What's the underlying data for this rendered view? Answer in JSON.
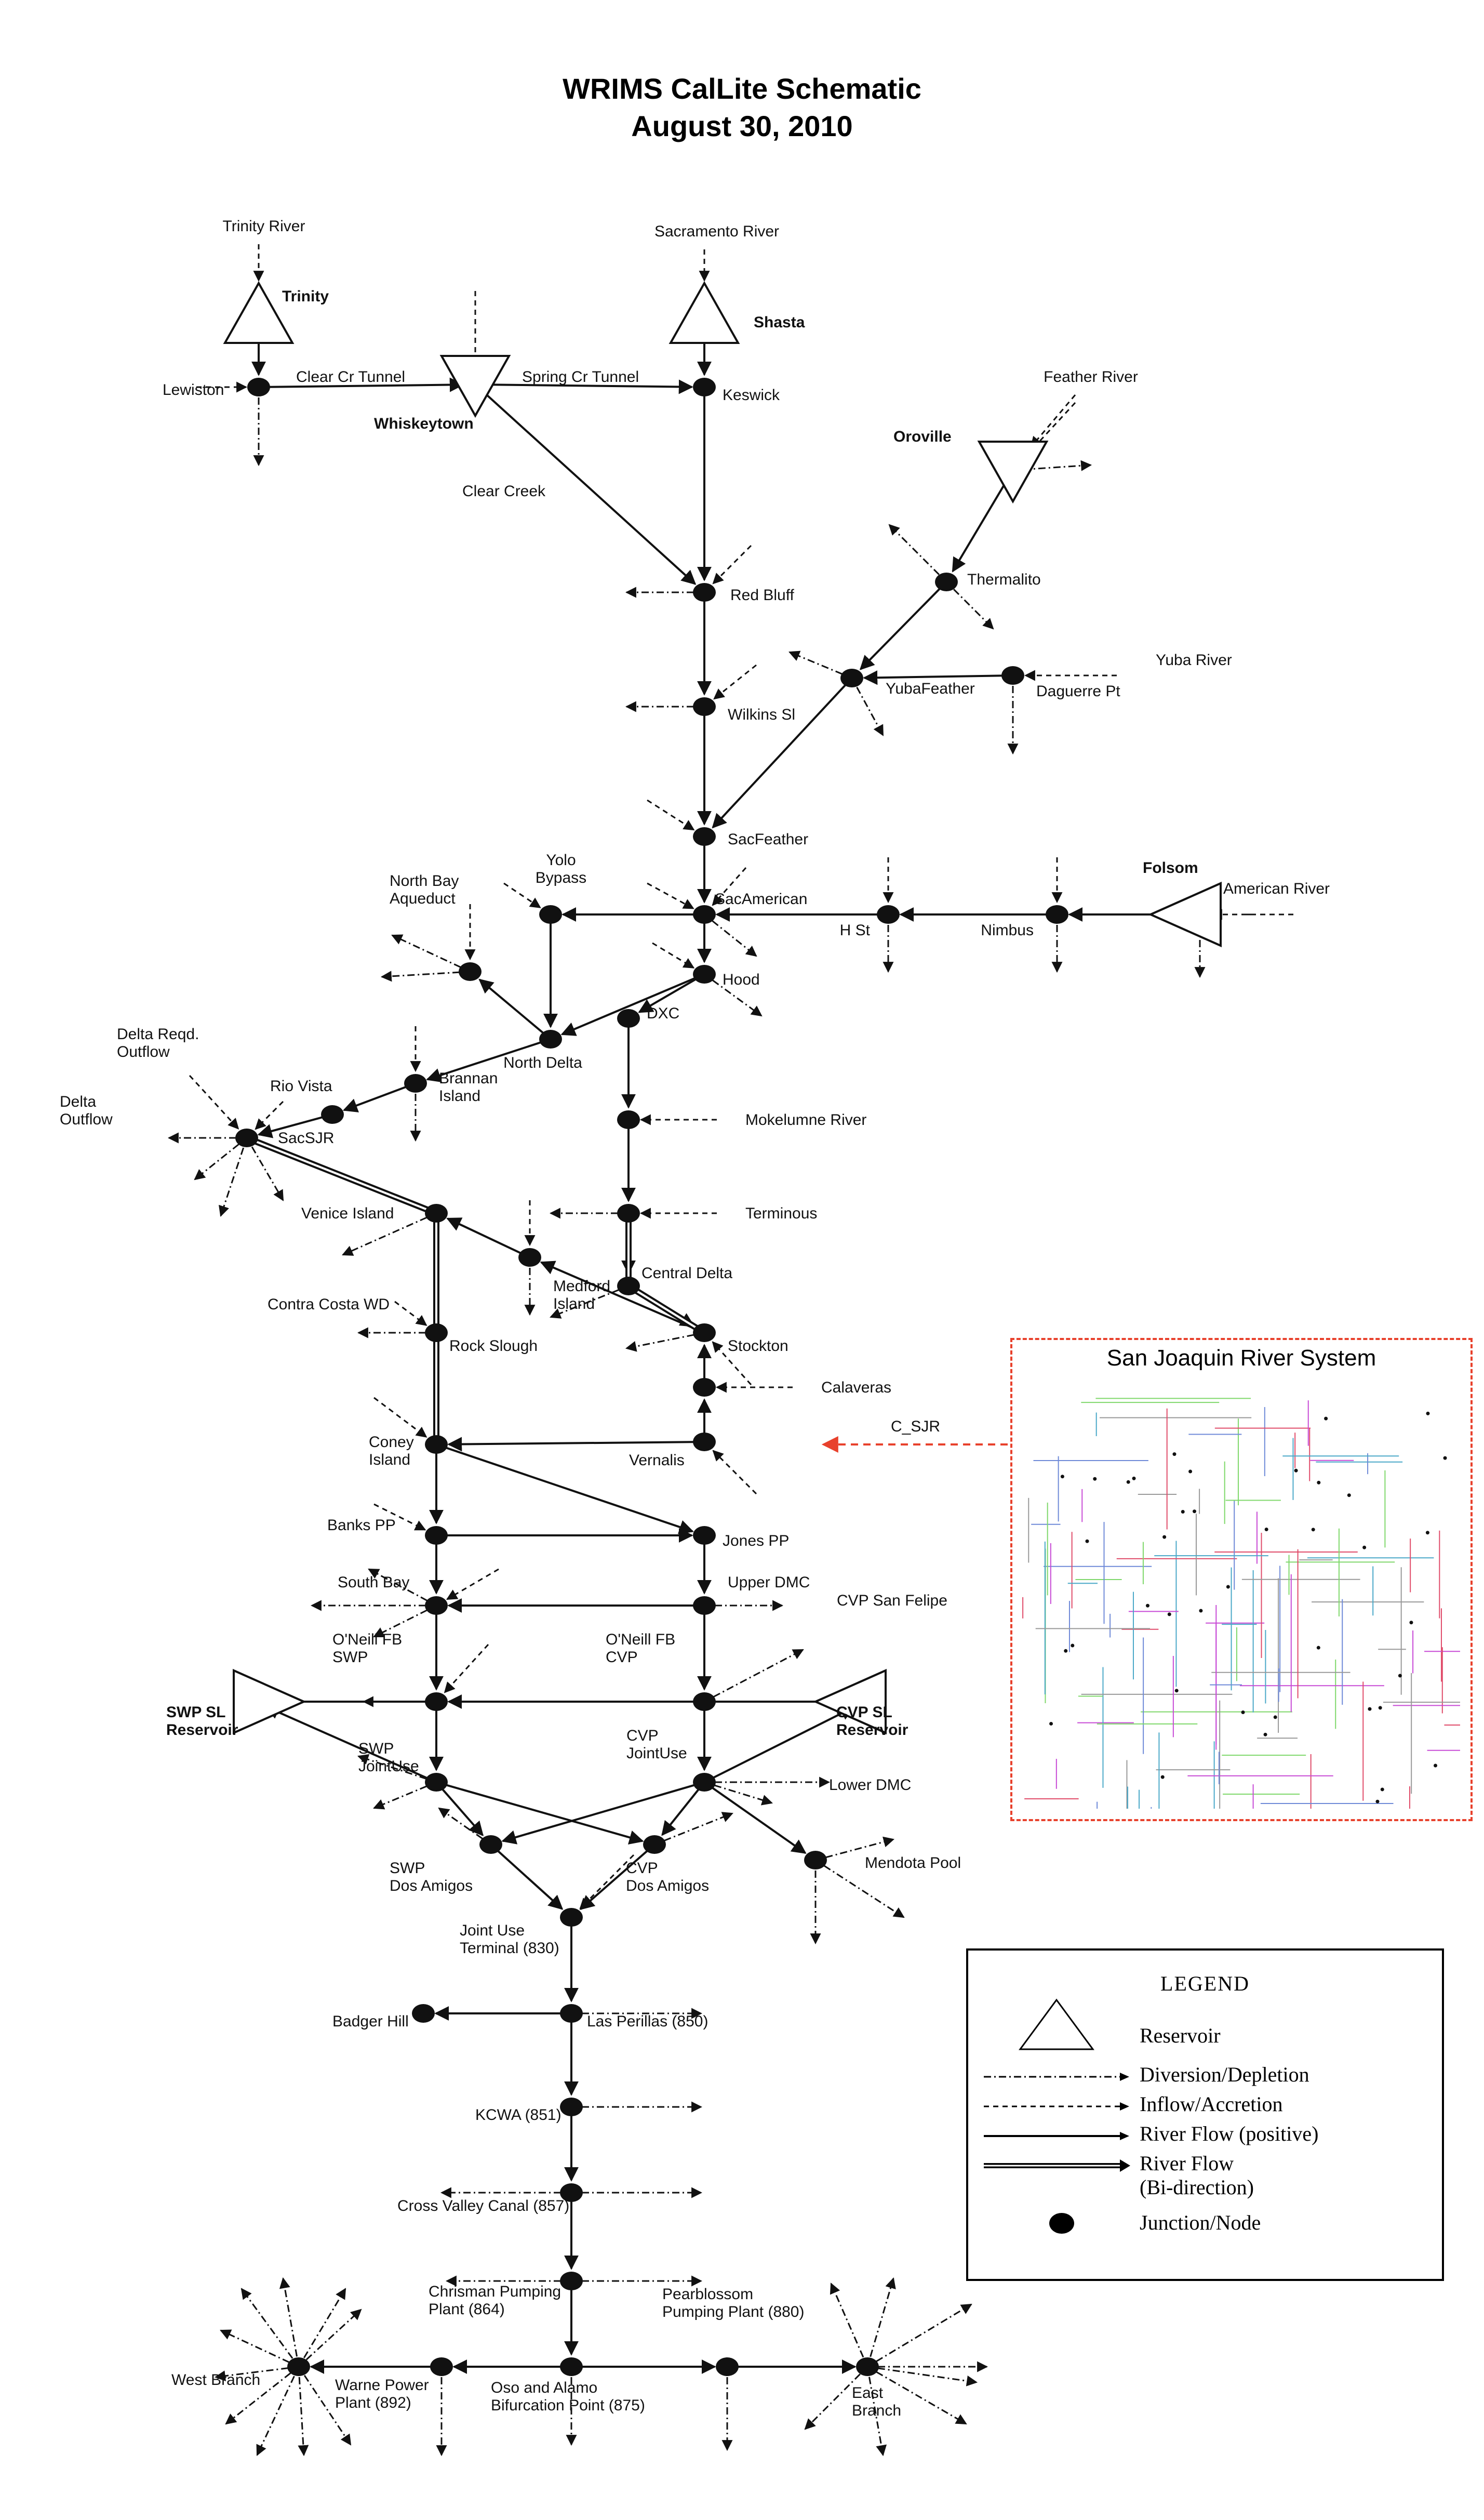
{
  "title": {
    "line1": "WRIMS CalLite Schematic",
    "line2": "August 30, 2010"
  },
  "colors": {
    "line": "#111111",
    "arc_label": "#3a7bd5",
    "inset_border": "#e8412c",
    "c_sjr_arrow": "#e8412c"
  },
  "nodes": [
    {
      "id": "lewiston",
      "label": "Lewiston"
    },
    {
      "id": "keswick",
      "label": "Keswick"
    },
    {
      "id": "red-bluff",
      "label": "Red Bluff"
    },
    {
      "id": "wilkins-sl",
      "label": "Wilkins Sl"
    },
    {
      "id": "thermalito",
      "label": "Thermalito"
    },
    {
      "id": "yubafeather",
      "label": "YubaFeather"
    },
    {
      "id": "daguerre-pt",
      "label": "Daguerre Pt"
    },
    {
      "id": "sacfeather",
      "label": "SacFeather"
    },
    {
      "id": "yolo-bypass",
      "label": "Yolo Bypass"
    },
    {
      "id": "sacamerican",
      "label": "SacAmerican"
    },
    {
      "id": "h-st",
      "label": "H St"
    },
    {
      "id": "nimbus",
      "label": "Nimbus"
    },
    {
      "id": "hood",
      "label": "Hood"
    },
    {
      "id": "north-bay-aqueduct",
      "label": "North Bay Aqueduct"
    },
    {
      "id": "dxc",
      "label": "DXC"
    },
    {
      "id": "north-delta",
      "label": "North Delta"
    },
    {
      "id": "brannan-island",
      "label": "Brannan Island"
    },
    {
      "id": "rio-vista",
      "label": "Rio Vista"
    },
    {
      "id": "sacsjr",
      "label": "SacSJR"
    },
    {
      "id": "delta",
      "label": "Delta"
    },
    {
      "id": "mokelumne-river",
      "label": "Mokelumne River"
    },
    {
      "id": "terminous",
      "label": "Terminous"
    },
    {
      "id": "venice-island",
      "label": "Venice Island"
    },
    {
      "id": "medford-island",
      "label": "Medford Island"
    },
    {
      "id": "central-delta",
      "label": "Central Delta"
    },
    {
      "id": "stockton",
      "label": "Stockton"
    },
    {
      "id": "rock-slough",
      "label": "Rock Slough"
    },
    {
      "id": "contra-costa-wd",
      "label": "Contra Costa WD"
    },
    {
      "id": "calaveras",
      "label": "Calaveras"
    },
    {
      "id": "vernalis",
      "label": "Vernalis"
    },
    {
      "id": "coney-island",
      "label": "Coney Island"
    },
    {
      "id": "banks-pp",
      "label": "Banks PP"
    },
    {
      "id": "jones-pp",
      "label": "Jones PP"
    },
    {
      "id": "south-bay",
      "label": "South Bay"
    },
    {
      "id": "upper-dmc",
      "label": "Upper DMC"
    },
    {
      "id": "oneill-fb-swp",
      "label": "O'Neill FB SWP"
    },
    {
      "id": "oneill-fb-cvp",
      "label": "O'Neill FB CVP"
    },
    {
      "id": "cvp-san-felipe",
      "label": "CVP San Felipe"
    },
    {
      "id": "swp-jointuse",
      "label": "SWP JointUse"
    },
    {
      "id": "cvp-jointuse",
      "label": "CVP JointUse"
    },
    {
      "id": "lower-dmc",
      "label": "Lower DMC"
    },
    {
      "id": "swp-dos-amigos",
      "label": "SWP Dos Amigos"
    },
    {
      "id": "cvp-dos-amigos",
      "label": "CVP Dos Amigos"
    },
    {
      "id": "mendota-pool",
      "label": "Mendota Pool"
    },
    {
      "id": "joint-use-terminal",
      "label": "Joint Use Terminal (830)"
    },
    {
      "id": "badger-hill",
      "label": "Badger Hill"
    },
    {
      "id": "las-perillas",
      "label": "Las Perillas (850)"
    },
    {
      "id": "kcwa",
      "label": "KCWA (851)"
    },
    {
      "id": "cross-valley-canal",
      "label": "Cross Valley Canal (857)"
    },
    {
      "id": "chrisman",
      "label": "Chrisman Pumping Plant (864)"
    },
    {
      "id": "pearblossom",
      "label": "Pearblossom Pumping Plant (880)"
    },
    {
      "id": "west-branch",
      "label": "West Branch"
    },
    {
      "id": "warne",
      "label": "Warne Power Plant (892)"
    },
    {
      "id": "oso-alamo",
      "label": "Oso and Alamo Bifurcation Point (875)"
    },
    {
      "id": "east-branch",
      "label": "East Branch"
    }
  ],
  "reservoirs": [
    {
      "id": "trinity",
      "label": "Trinity"
    },
    {
      "id": "whiskeytown",
      "label": "Whiskeytown"
    },
    {
      "id": "shasta",
      "label": "Shasta"
    },
    {
      "id": "oroville",
      "label": "Oroville"
    },
    {
      "id": "folsom",
      "label": "Folsom"
    },
    {
      "id": "swp-sl",
      "label": "SWP SL Reservoir"
    },
    {
      "id": "cvp-sl",
      "label": "CVP SL Reservoir"
    }
  ],
  "sources": [
    {
      "id": "trinity-river",
      "label": "Trinity River"
    },
    {
      "id": "sacramento-river",
      "label": "Sacramento River"
    },
    {
      "id": "feather-river",
      "label": "Feather River"
    },
    {
      "id": "yuba-river",
      "label": "Yuba River"
    },
    {
      "id": "american-river",
      "label": "American River"
    }
  ],
  "channel_labels": [
    {
      "id": "clear-cr-tunnel",
      "label": "Clear Cr Tunnel"
    },
    {
      "id": "spring-cr-tunnel",
      "label": "Spring Cr Tunnel"
    },
    {
      "id": "clear-creek",
      "label": "Clear Creek"
    },
    {
      "id": "delta-reqd-outflow",
      "label": "Delta Reqd. Outflow"
    },
    {
      "id": "delta-outflow",
      "label": "Delta Outflow"
    },
    {
      "id": "c-sjr",
      "label": "C_SJR"
    }
  ],
  "inset": {
    "title": "San Joaquin River System"
  },
  "legend": {
    "title": "LEGEND",
    "items": [
      {
        "symbol": "reservoir",
        "label": "Reservoir"
      },
      {
        "symbol": "diversion",
        "label": "Diversion/Depletion"
      },
      {
        "symbol": "inflow",
        "label": "Inflow/Accretion"
      },
      {
        "symbol": "river-positive",
        "label": "River Flow (positive)"
      },
      {
        "symbol": "river-bidir",
        "label": "River Flow"
      },
      {
        "symbol": "river-bidir-sub",
        "label": "(Bi-direction)"
      },
      {
        "symbol": "junction",
        "label": "Junction/Node"
      }
    ]
  }
}
